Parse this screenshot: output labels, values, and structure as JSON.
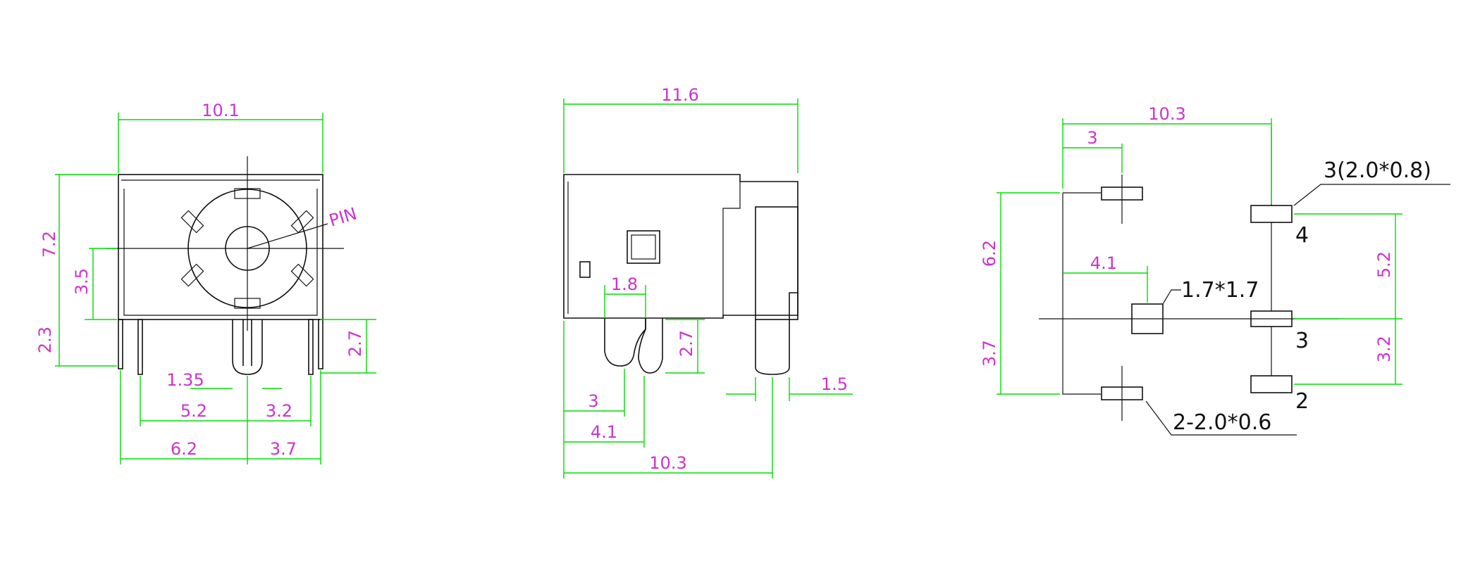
{
  "colors": {
    "outline": "#111111",
    "dimension_line": "#00dd00",
    "dimension_text": "#cc33cc",
    "background": "#ffffff"
  },
  "front_view": {
    "width": "10.1",
    "height": "7.2",
    "center_height": "3.5",
    "pin_length": "2.3",
    "pin_label": "PIN",
    "pin_width": "1.35",
    "left_pin_offset": "5.2",
    "right_pin_offset": "3.2",
    "left_outer_offset": "6.2",
    "right_outer_offset": "3.7",
    "right_pin_length": "2.7"
  },
  "side_view": {
    "length": "11.6",
    "pin_width": "1.8",
    "pin_length": "2.7",
    "tab_width": "1.5",
    "pin1_offset": "3",
    "pin2_offset": "4.1",
    "tab_offset": "10.3"
  },
  "footprint": {
    "overall": "10.3",
    "pad_offset": "3",
    "row_span": "6.2",
    "center_offset": "4.1",
    "square_pad": "1.7*1.7",
    "lower_span": "3.7",
    "right_pads": "3(2.0*0.8)",
    "right_upper_pitch": "5.2",
    "right_lower_pitch": "3.2",
    "left_pads": "2-2.0*0.6",
    "pad_numbers": [
      "4",
      "3",
      "2"
    ]
  }
}
